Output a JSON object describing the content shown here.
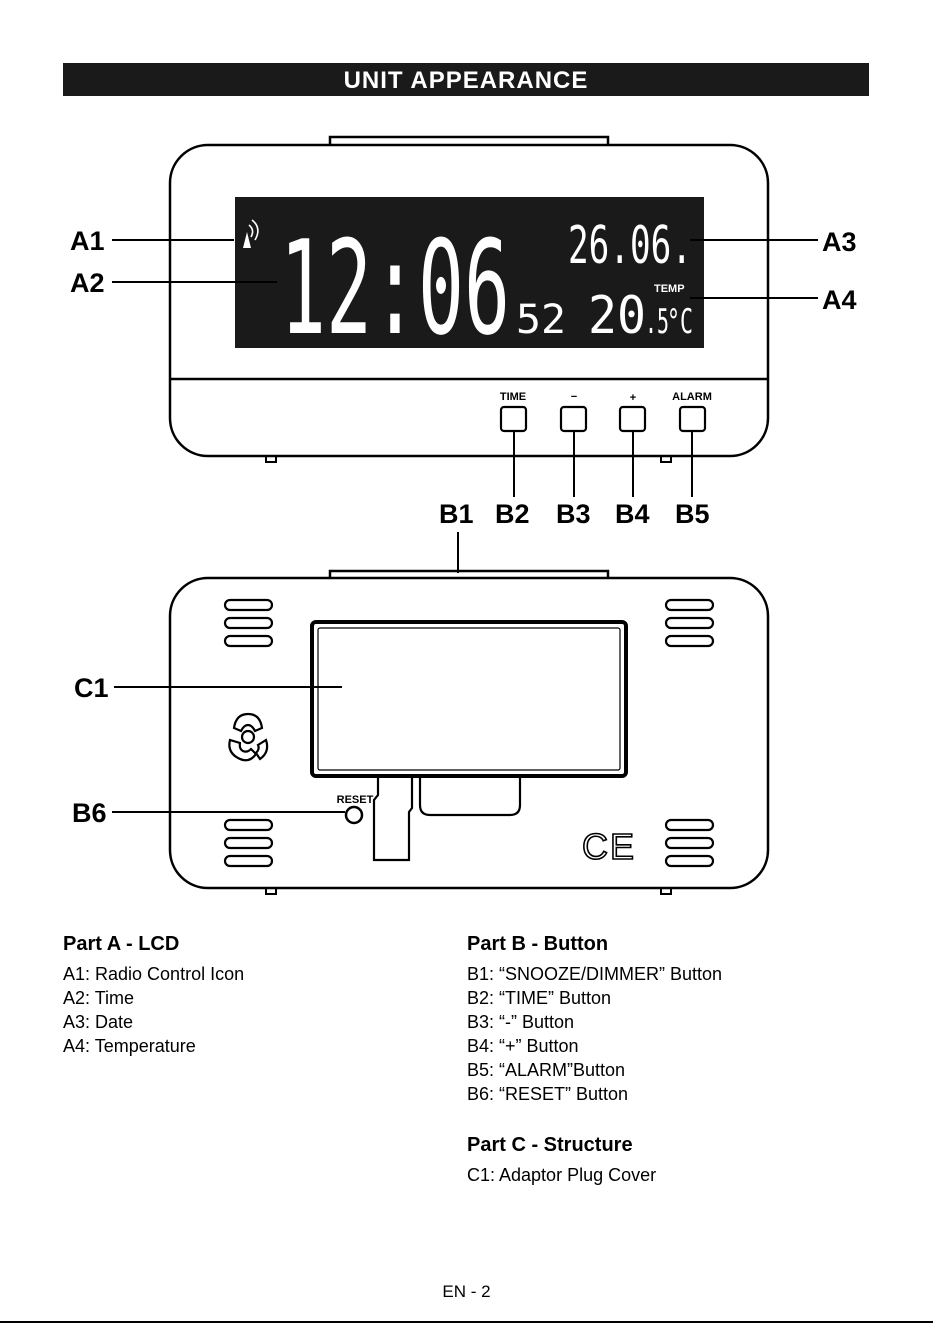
{
  "banner": "UNIT APPEARANCE",
  "lcd": {
    "time": "12:06",
    "seconds": "52",
    "date": "26.06.",
    "temp_label": "TEMP",
    "temperature_whole": "20",
    "temperature_decimal": ".5",
    "temperature_unit": "°C"
  },
  "buttons": {
    "time": "TIME",
    "minus": "−",
    "plus": "+",
    "alarm": "ALARM",
    "reset": "RESET"
  },
  "callouts": {
    "a1": "A1",
    "a2": "A2",
    "a3": "A3",
    "a4": "A4",
    "b1": "B1",
    "b2": "B2",
    "b3": "B3",
    "b4": "B4",
    "b5": "B5",
    "b6": "B6",
    "c1": "C1"
  },
  "ce_mark": "CE",
  "part_a": {
    "heading": "Part A - LCD",
    "items": [
      "A1: Radio Control Icon",
      "A2: Time",
      "A3: Date",
      "A4: Temperature"
    ]
  },
  "part_b": {
    "heading": "Part B - Button",
    "items": [
      "B1: “SNOOZE/DIMMER” Button",
      "B2: “TIME” Button",
      "B3: “-” Button",
      "B4: “+” Button",
      "B5: “ALARM”Button",
      "B6: “RESET” Button"
    ]
  },
  "part_c": {
    "heading": "Part C - Structure",
    "items": [
      "C1: Adaptor Plug Cover"
    ]
  },
  "footer": "EN - 2"
}
